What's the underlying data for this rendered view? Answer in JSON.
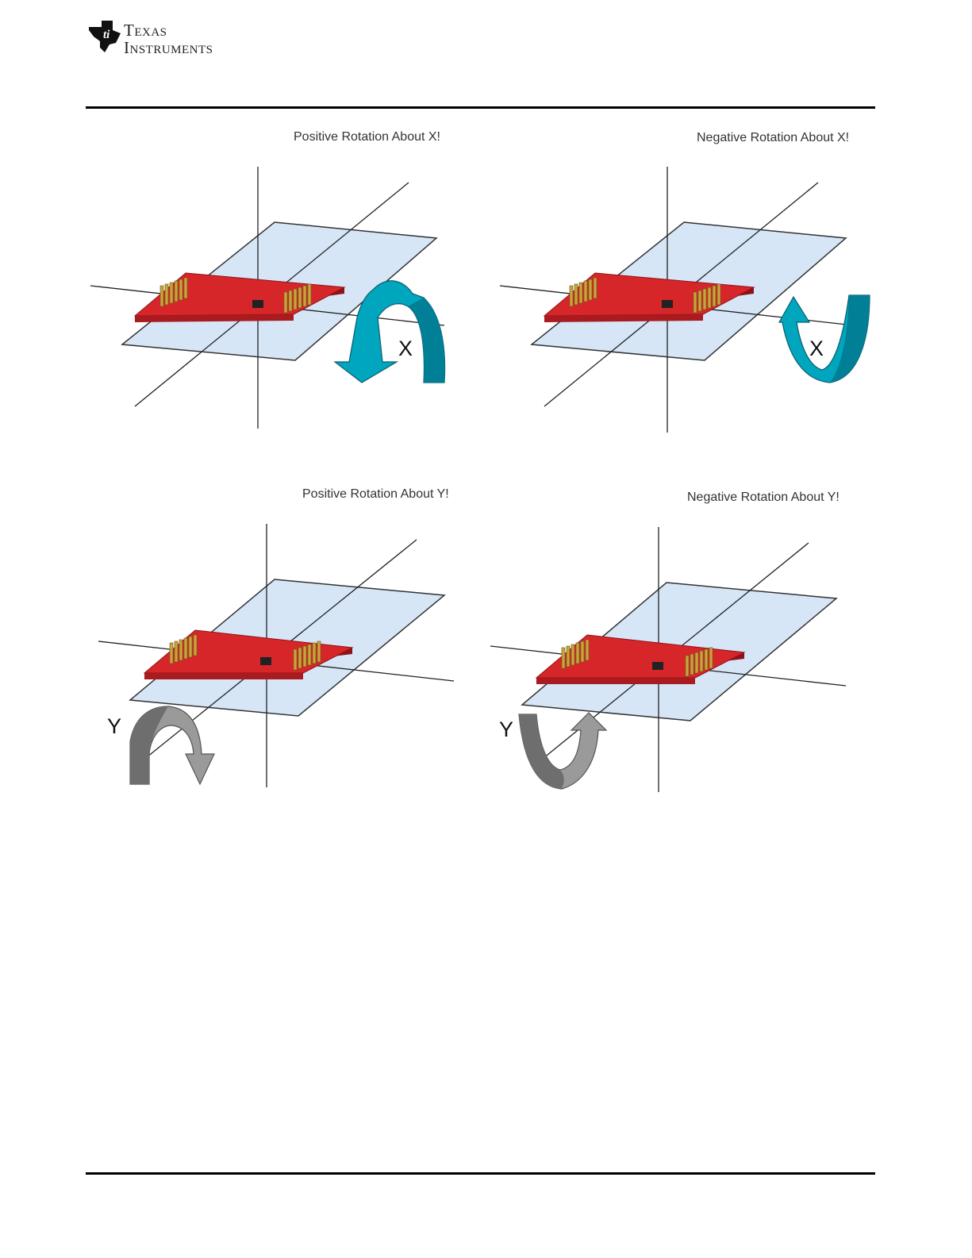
{
  "header": {
    "logo_line1": "Texas",
    "logo_line2": "Instruments"
  },
  "panels": [
    {
      "title": "Positive Rotation About X!",
      "axis_label": "X",
      "arrow": "blue-down",
      "colors": [
        "#00a6bd",
        "#007f96"
      ]
    },
    {
      "title": "Negative Rotation About X!",
      "axis_label": "X",
      "arrow": "blue-up",
      "colors": [
        "#00a6bd",
        "#007f96"
      ]
    },
    {
      "title": "Positive Rotation About Y!",
      "axis_label": "Y",
      "arrow": "gray-down",
      "colors": [
        "#9a9a9a",
        "#6e6e6e"
      ]
    },
    {
      "title": "Negative Rotation About Y!",
      "axis_label": "Y",
      "arrow": "gray-up",
      "colors": [
        "#9a9a9a",
        "#6e6e6e"
      ]
    }
  ],
  "colors": {
    "plane": "#d6e6f7",
    "board": "#d7262a",
    "board_edge": "#8e1216",
    "header_pins": "#c8a43c"
  }
}
